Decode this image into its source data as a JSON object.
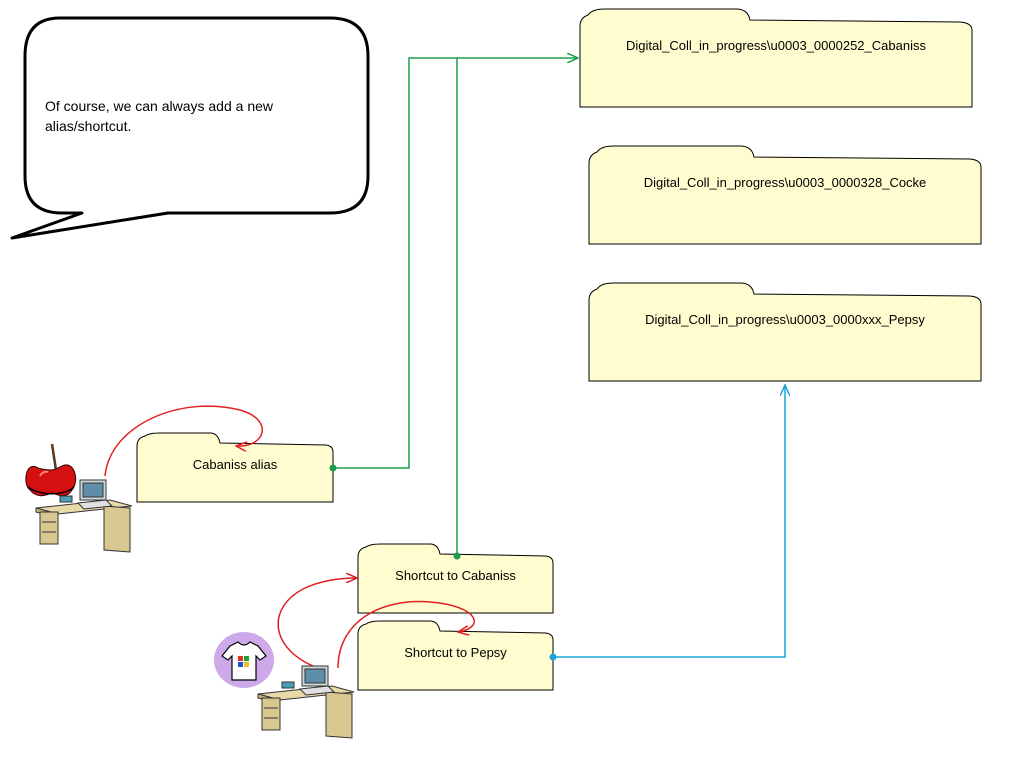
{
  "callout": {
    "line1": "Of course, we can always add a new",
    "line2": "alias/shortcut."
  },
  "folders": {
    "cabaniss_target": "Digital_Coll_in_progress\\u0003_0000252_Cabaniss",
    "cocke_target": "Digital_Coll_in_progress\\u0003_0000328_Cocke",
    "pepsy_target": "Digital_Coll_in_progress\\u0003_0000xxx_Pepsy",
    "cabaniss_alias": "Cabaniss alias",
    "shortcut_cabaniss": "Shortcut to Cabaniss",
    "shortcut_pepsy": "Shortcut to Pepsy"
  },
  "colors": {
    "folder_fill": "#fffdd0",
    "alias_link": "#1a9e4a",
    "pepsy_link": "#1ba3d6",
    "loop_arrow": "#e02020"
  },
  "icons": {
    "mac_user": "apple-icon",
    "windows_user": "windows-tshirt-icon",
    "workstation": "computer-desk-icon"
  }
}
